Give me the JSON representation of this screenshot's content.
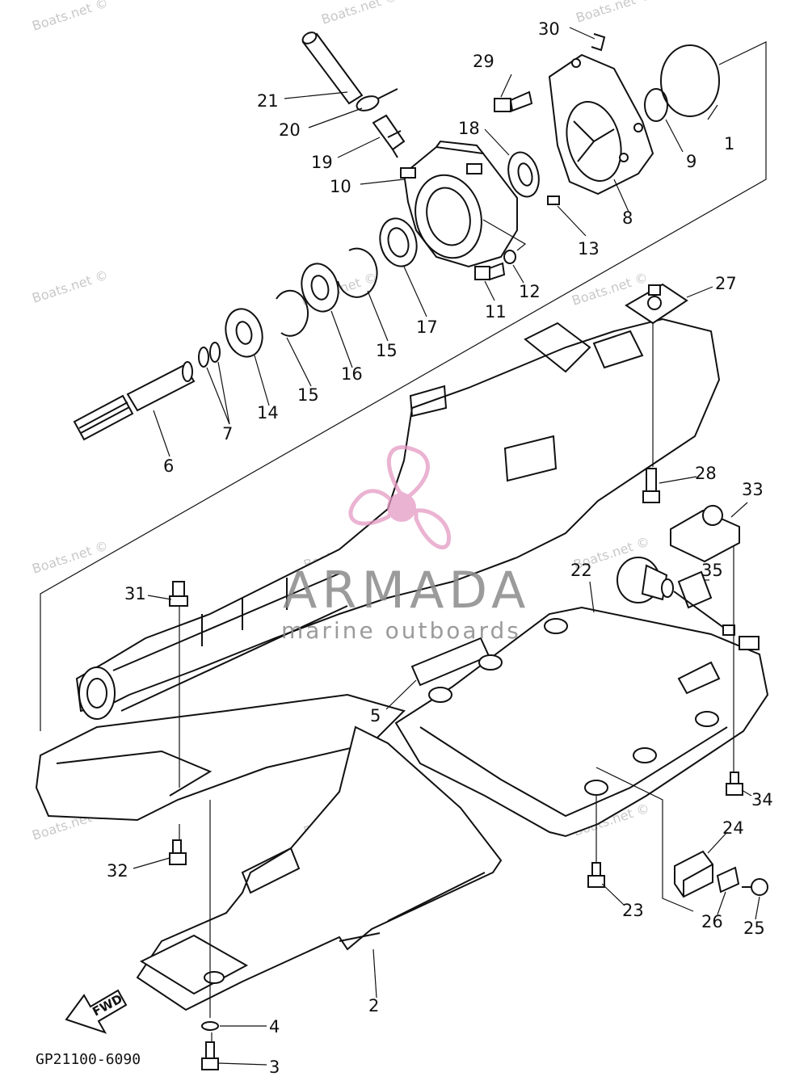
{
  "diagram": {
    "part_code": "GP21100-6090",
    "fwd_label": "FWD",
    "callouts": [
      "1",
      "2",
      "3",
      "4",
      "5",
      "6",
      "7",
      "8",
      "9",
      "10",
      "11",
      "12",
      "13",
      "14",
      "15",
      "15",
      "16",
      "17",
      "18",
      "19",
      "20",
      "21",
      "22",
      "23",
      "24",
      "25",
      "26",
      "27",
      "28",
      "29",
      "30",
      "31",
      "32",
      "33",
      "34",
      "35"
    ]
  },
  "watermark": {
    "brand": "ARMADA",
    "tagline": "marine outboards",
    "site": "Boats.net ©",
    "accent_color": "#e59ac4",
    "text_color": "#8a8a8a"
  }
}
